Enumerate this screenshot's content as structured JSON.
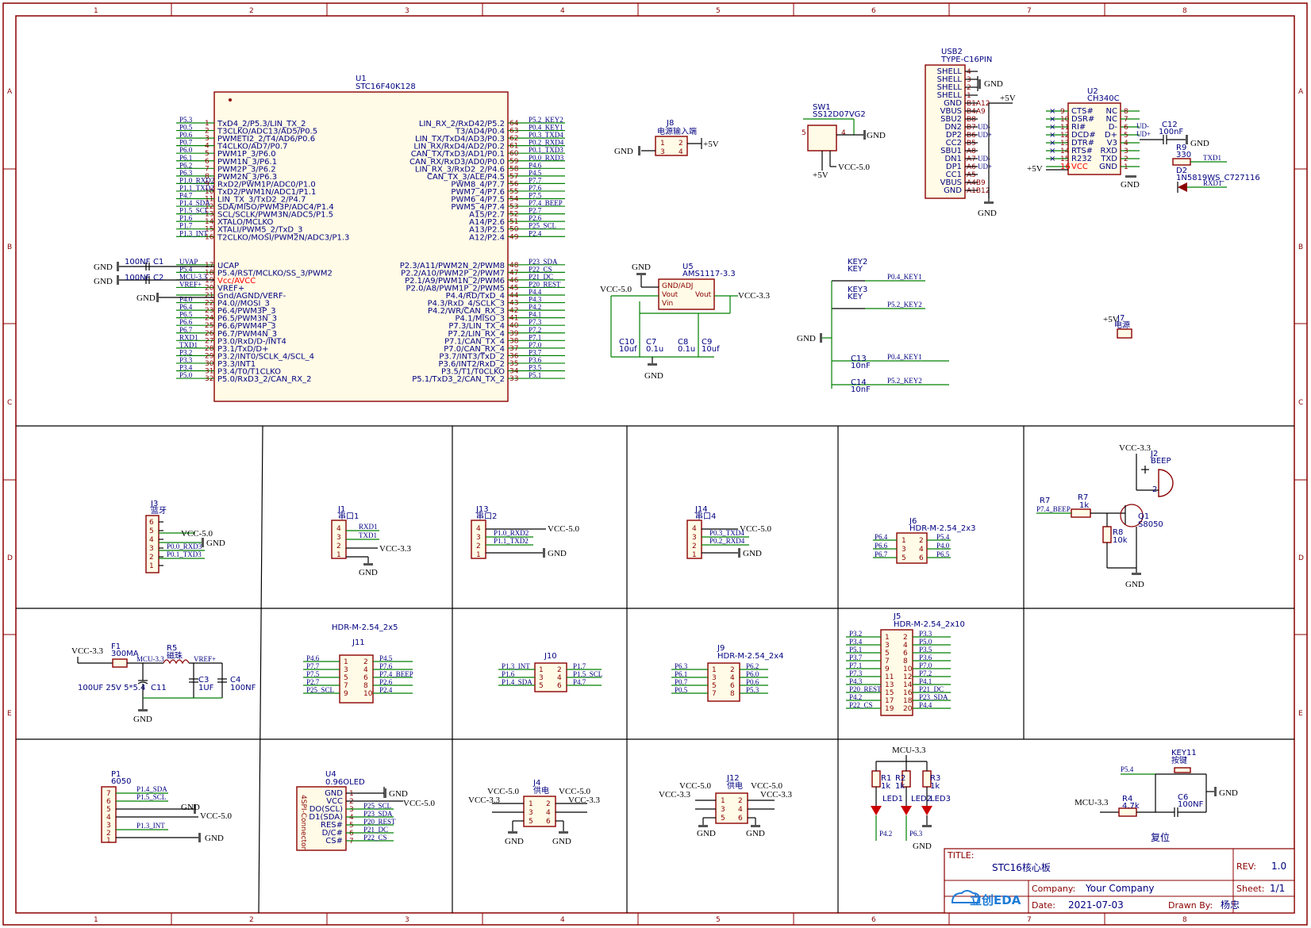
{
  "grid": {
    "cols": [
      "1",
      "2",
      "3",
      "4",
      "5",
      "6",
      "7",
      "8"
    ],
    "rows": [
      "A",
      "B",
      "C",
      "D",
      "E"
    ]
  },
  "title_block": {
    "title_label": "TITLE:",
    "title": "STC16核心板",
    "rev_label": "REV:",
    "rev": "1.0",
    "company_label": "Company:",
    "company": "Your Company",
    "sheet_label": "Sheet:",
    "sheet": "1/1",
    "date_label": "Date:",
    "date": "2021-07-03",
    "drawn_label": "Drawn By:",
    "drawn_by": "杨忠",
    "logo": "立创EDA"
  },
  "u1": {
    "ref": "U1",
    "part": "STC16F40K128",
    "left_pins": [
      {
        "num": "1",
        "name": "TxD4_2/P5.3/LIN_TX_2",
        "net": "P5.3"
      },
      {
        "num": "2",
        "name": "T3CLKO/ADC13/AD5/P0.5",
        "net": "P0.5"
      },
      {
        "num": "3",
        "name": "PWMETI2_2/T4/AD6/P0.6",
        "net": "P0.6"
      },
      {
        "num": "4",
        "name": "T4CLKO/AD7/P0.7",
        "net": "P0.7"
      },
      {
        "num": "5",
        "name": "PWM1P_3/P6.0",
        "net": "P6.0"
      },
      {
        "num": "6",
        "name": "PWM1N_3/P6.1",
        "net": "P6.1"
      },
      {
        "num": "7",
        "name": "PWM2P_3/P6.2",
        "net": "P6.2"
      },
      {
        "num": "8",
        "name": "PWM2N_3/P6.3",
        "net": "P6.3"
      },
      {
        "num": "9",
        "name": "RxD2/PWM1P/ADC0/P1.0",
        "net": "P1.0_RXD2"
      },
      {
        "num": "10",
        "name": "TxD2/PWM1N/ADC1/P1.1",
        "net": "P1.1_TXD2"
      },
      {
        "num": "11",
        "name": "LIN_TX_3/TxD2_2/P4.7",
        "net": "P4.7"
      },
      {
        "num": "12",
        "name": "SDA/MISO/PWM3P/ADC4/P1.4",
        "net": "P1.4_SDA"
      },
      {
        "num": "13",
        "name": "SCL/SCLK/PWM3N/ADC5/P1.5",
        "net": "P1.5_SCL"
      },
      {
        "num": "14",
        "name": "XTALO/MCLKO",
        "net": "P1.6"
      },
      {
        "num": "15",
        "name": "XTALI/PWM5_2/TxD_3",
        "net": "P1.7"
      },
      {
        "num": "16",
        "name": "T2CLKO/MOSI/PWM2N/ADC3/P1.3",
        "net": "P1.3_INT"
      },
      {
        "num": "17",
        "name": "UCAP",
        "net": "UVAP"
      },
      {
        "num": "18",
        "name": "P5.4/RST/MCLKO/SS_3/PWM2",
        "net": "P5.4"
      },
      {
        "num": "19",
        "name": "Vcc/AVCC",
        "net": "MCU-3.3"
      },
      {
        "num": "20",
        "name": "VREF+",
        "net": "VREF+"
      },
      {
        "num": "21",
        "name": "Gnd/AGND/VERF-",
        "net": ""
      },
      {
        "num": "22",
        "name": "P4.0//MOSI_3",
        "net": "P4.0"
      },
      {
        "num": "23",
        "name": "P6.4/PWM3P_3",
        "net": "P6.4"
      },
      {
        "num": "24",
        "name": "P6.5/PWM3N_3",
        "net": "P6.5"
      },
      {
        "num": "25",
        "name": "P6.6/PWM4P_3",
        "net": "P6.6"
      },
      {
        "num": "26",
        "name": "P6.7/PWM4N_3",
        "net": "P6.7"
      },
      {
        "num": "27",
        "name": "P3.0/RxD/D-/INT4",
        "net": "RXD1"
      },
      {
        "num": "28",
        "name": "P3.1/TxD/D+",
        "net": "TXD1"
      },
      {
        "num": "29",
        "name": "P3.2/INT0/SCLK_4/SCL_4",
        "net": "P3.2"
      },
      {
        "num": "30",
        "name": "P3.3/INT1",
        "net": "P3.3"
      },
      {
        "num": "31",
        "name": "P3.4/T0/T1CLKO",
        "net": "P3.4"
      },
      {
        "num": "32",
        "name": "P5.0/RxD3_2/CAN_RX_2",
        "net": "P5.0"
      }
    ],
    "right_pins": [
      {
        "num": "64",
        "name": "LIN_RX_2/RxD42/P5.2",
        "net": "P5.2_KEY2"
      },
      {
        "num": "63",
        "name": "T3/AD4/P0.4",
        "net": "P0.4_KEY1"
      },
      {
        "num": "62",
        "name": "LIN_TX/TxD4/AD3/P0.3",
        "net": "P0.3_TXD4"
      },
      {
        "num": "61",
        "name": "LIN_RX/RxD4/AD2/P0.2",
        "net": "P0.2_RXD4"
      },
      {
        "num": "60",
        "name": "CAN_TX/TxD3/AD1/P0.1",
        "net": "P0.1_TXD3"
      },
      {
        "num": "59",
        "name": "CAN_RX/RxD3/AD0/P0.0",
        "net": "P0.0_RXD3"
      },
      {
        "num": "58",
        "name": "LIN_RX_3/RxD2_2/P4.6",
        "net": "P4.6"
      },
      {
        "num": "57",
        "name": "CAN_TX_3/ALE/P4.5",
        "net": "P4.5"
      },
      {
        "num": "56",
        "name": "PWM8_4/P7.7",
        "net": "P7.7"
      },
      {
        "num": "55",
        "name": "PWM7_4/P7.6",
        "net": "P7.6"
      },
      {
        "num": "54",
        "name": "PWM6_4/P7.5",
        "net": "P7.5"
      },
      {
        "num": "53",
        "name": "PWM5_4/P7.4",
        "net": "P7.4_BEEP"
      },
      {
        "num": "52",
        "name": "A15/P2.7",
        "net": "P2.7"
      },
      {
        "num": "51",
        "name": "A14/P2.6",
        "net": "P2.6"
      },
      {
        "num": "50",
        "name": "A13/P2.5",
        "net": "P25_SCL"
      },
      {
        "num": "49",
        "name": "A12/P2.4",
        "net": "P2.4"
      },
      {
        "num": "48",
        "name": "P2.3/A11/PWM2N_2/PWM8",
        "net": "P23_SDA"
      },
      {
        "num": "47",
        "name": "P2.2/A10/PWM2P_2/PWM7",
        "net": "P22_CS"
      },
      {
        "num": "46",
        "name": "P2.1/A9/PWM1N_2/PWM6",
        "net": "P21_DC"
      },
      {
        "num": "45",
        "name": "P2.0/A8/PWM1P_2/PWM5",
        "net": "P20_REST"
      },
      {
        "num": "44",
        "name": "P4.4/RD/TxD_4",
        "net": "P4.4"
      },
      {
        "num": "43",
        "name": "P4.3/RxD_4/SCLK_3",
        "net": "P4.3"
      },
      {
        "num": "42",
        "name": "P4.2/WR/CAN_RX_3",
        "net": "P4.2"
      },
      {
        "num": "41",
        "name": "P4.1/MISO_3",
        "net": "P4.1"
      },
      {
        "num": "40",
        "name": "P7.3/LIN_TX_4",
        "net": "P7.3"
      },
      {
        "num": "39",
        "name": "P7.2/LIN_RX_4",
        "net": "P7.2"
      },
      {
        "num": "38",
        "name": "P7.1/CAN_TX_4",
        "net": "P7.1"
      },
      {
        "num": "37",
        "name": "P7.0/CAN_RX_4",
        "net": "P7.0"
      },
      {
        "num": "36",
        "name": "P3.7/INT3/TxD_2",
        "net": "P3.7"
      },
      {
        "num": "35",
        "name": "P3.6/INT2/RxD_2",
        "net": "P3.6"
      },
      {
        "num": "34",
        "name": "P3.5/T1/T0CLKO",
        "net": "P3.5"
      },
      {
        "num": "33",
        "name": "P5.1/TxD3_2/CAN_TX_2",
        "net": "P5.1"
      }
    ],
    "caps": {
      "c1": "C1",
      "c1v": "100NF",
      "c2": "C2",
      "c2v": "100NF"
    }
  },
  "j8": {
    "ref": "J8",
    "name": "电源输入端"
  },
  "sw1": {
    "ref": "SW1",
    "part": "SS12D07VG2"
  },
  "usb2": {
    "ref": "USB2",
    "part": "TYPE-C16PIN",
    "pins": [
      "SHELL",
      "SHELL",
      "SHELL",
      "SHELL",
      "GND",
      "VBUS",
      "SBU2",
      "DN2",
      "DP2",
      "CC2",
      "SBU1",
      "DN1",
      "DP1",
      "CC1",
      "VBUS",
      "GND"
    ],
    "nums": [
      "4",
      "3",
      "2",
      "1",
      "B1A12",
      "B4A9",
      "B8",
      "B7",
      "B6",
      "B5",
      "A8",
      "A7",
      "A6",
      "A5",
      "A4B9",
      "A1B12"
    ],
    "nets": [
      "",
      "",
      "",
      "",
      "",
      "",
      "",
      "UD-",
      "UD+",
      "",
      "",
      "UD-",
      "UD+",
      "",
      "",
      ""
    ]
  },
  "u2": {
    "ref": "U2",
    "part": "CH340C",
    "left": [
      {
        "n": "9",
        "p": "CTS#"
      },
      {
        "n": "10",
        "p": "DSR#"
      },
      {
        "n": "11",
        "p": "RI#"
      },
      {
        "n": "12",
        "p": "DCD#"
      },
      {
        "n": "13",
        "p": "DTR#"
      },
      {
        "n": "14",
        "p": "RTS#"
      },
      {
        "n": "15",
        "p": "R232"
      },
      {
        "n": "16",
        "p": "VCC"
      }
    ],
    "right": [
      {
        "n": "8",
        "p": "NC"
      },
      {
        "n": "7",
        "p": "NC"
      },
      {
        "n": "6",
        "p": "D-"
      },
      {
        "n": "5",
        "p": "D+"
      },
      {
        "n": "4",
        "p": "V3"
      },
      {
        "n": "3",
        "p": "RXD"
      },
      {
        "n": "2",
        "p": "TXD"
      },
      {
        "n": "1",
        "p": "GND"
      }
    ],
    "c12": "C12",
    "c12v": "100nF",
    "r9": "R9",
    "r9v": "330",
    "d2": "D2",
    "d2v": "1N5819WS_C727116",
    "txd1": "TXD1",
    "rxd1": "RXD1",
    "ud_minus": "UD-",
    "ud_plus": "UD+"
  },
  "u5": {
    "ref": "U5",
    "part": "AMS1117-3.3",
    "pins": [
      "GND/ADJ",
      "Vout",
      "Vin",
      "Vout"
    ],
    "caps": [
      {
        "r": "C10",
        "v": "10uf"
      },
      {
        "r": "C7",
        "v": "0.1u"
      },
      {
        "r": "C8",
        "v": "0.1u"
      },
      {
        "r": "C9",
        "v": "10uf"
      }
    ]
  },
  "keys": {
    "key2": "KEY2",
    "key3": "KEY3",
    "key": "KEY",
    "n1": "P0.4_KEY1",
    "n2": "P5.2_KEY2",
    "c13": "C13",
    "c14": "C14",
    "cv": "10nF"
  },
  "j7": {
    "ref": "J7",
    "name": "电源",
    "pwr": "+5V"
  },
  "power": {
    "gnd": "GND",
    "v5": "+5V",
    "vcc5": "VCC-5.0",
    "vcc33": "VCC-3.3",
    "mcu33": "MCU-3.3",
    "vref": "VREF+"
  },
  "j3": {
    "ref": "J3",
    "name": "蓝牙",
    "nums": [
      "6",
      "5",
      "4",
      "3",
      "2",
      "1"
    ],
    "n3": "P0.0_RXD3",
    "n2": "P0.1_TXD3"
  },
  "j1": {
    "ref": "J1",
    "name": "串口1",
    "nets": [
      "RXD1",
      "TXD1"
    ]
  },
  "j13": {
    "ref": "J13",
    "name": "串口2",
    "nets": [
      "P1.0_RXD2",
      "P1.1_TXD2"
    ]
  },
  "j14": {
    "ref": "J14",
    "name": "串口4",
    "nets": [
      "P0.3_TXD4",
      "P0.2_RXD4"
    ]
  },
  "j6": {
    "ref": "J6",
    "part": "HDR-M-2.54_2x3",
    "l": [
      "P6.4",
      "P6.6",
      "P6.7"
    ],
    "r": [
      "P5.4",
      "P4.0",
      "P6.5"
    ]
  },
  "j2": {
    "ref": "J2",
    "name": "BEEP",
    "q1": "Q1",
    "q1v": "S8050",
    "r7": "R7",
    "r7v": "1k",
    "r8": "R8",
    "r8v": "10k",
    "net": "P7.4_BEEP"
  },
  "f1": {
    "ref": "F1",
    "v": "300MA",
    "r5": "R5",
    "r5v": "磁珠",
    "c11": "C11",
    "c11v": "100UF 25V 5*5.4",
    "c3": "C3",
    "c3v": "1UF",
    "c4": "C4",
    "c4v": "100NF"
  },
  "j11": {
    "ref": "J11",
    "part": "HDR-M-2.54_2x5",
    "l": [
      "P4.6",
      "P7.7",
      "P7.5",
      "P2.7",
      "P25_SCL"
    ],
    "r": [
      "P4.5",
      "P7.6",
      "P7.4_BEEP",
      "P2.6",
      "P2.4"
    ]
  },
  "j10": {
    "ref": "J10",
    "l": [
      "P1.3_INT",
      "P1.6",
      "P1.4_SDA"
    ],
    "r": [
      "P1.7",
      "P1.5_SCL",
      "P4.7"
    ]
  },
  "j9": {
    "ref": "J9",
    "part": "HDR-M-2.54_2x4",
    "l": [
      "P6.3",
      "P6.1",
      "P0.7",
      "P0.5"
    ],
    "r": [
      "P6.2",
      "P6.0",
      "P0.6",
      "P5.3"
    ]
  },
  "j5": {
    "ref": "J5",
    "part": "HDR-M-2.54_2x10",
    "l": [
      "P3.2",
      "P3.4",
      "P5.1",
      "P3.7",
      "P7.1",
      "P7.3",
      "P4.3",
      "P20_REST",
      "P4.2",
      "P22_CS"
    ],
    "r": [
      "P3.3",
      "P5.0",
      "P3.5",
      "P3.6",
      "P7.0",
      "P7.2",
      "P4.1",
      "P21_DC",
      "P23_SDA",
      "P4.4"
    ]
  },
  "p1": {
    "ref": "P1",
    "v": "6050",
    "n7": "P1.4_SDA",
    "n6": "P1.5_SCL",
    "n3": "P1.3_INT"
  },
  "u4": {
    "ref": "U4",
    "part": "0.96OLED",
    "side": "4SPI-Connector",
    "pins": [
      "GND",
      "VCC",
      "DO(SCL)",
      "D1(SDA)",
      "RES#",
      "D/C#",
      "CS#"
    ],
    "nets": [
      "",
      "",
      "P25_SCL",
      "P23_SDA",
      "P20_REST",
      "P21_DC",
      "P22_CS"
    ]
  },
  "j4": {
    "ref": "J4",
    "name": "供电"
  },
  "j12": {
    "ref": "J12",
    "name": "供电"
  },
  "leds": {
    "r1": "R1",
    "r2": "R2",
    "r3": "R3",
    "rv": "1k",
    "l1": "LED1",
    "l2": "LED2",
    "l3": "LED3",
    "n1": "P4.2",
    "n2": "P6.3"
  },
  "reset": {
    "key": "KEY11",
    "kname": "按键",
    "net": "P5.4",
    "r4": "R4",
    "r4v": "4.7k",
    "c6": "C6",
    "c6v": "100NF",
    "label": "复位"
  }
}
